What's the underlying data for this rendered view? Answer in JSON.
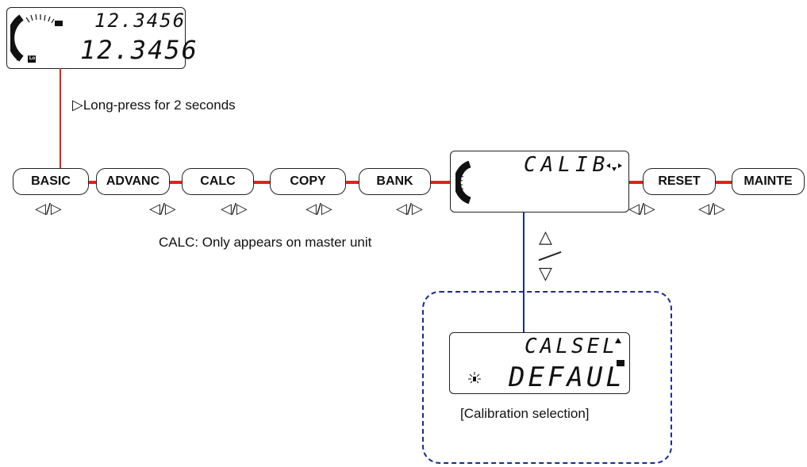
{
  "top_display": {
    "line1": "12.3456",
    "line2": "12.3456",
    "lo_label": "Lo"
  },
  "long_press_note": "Long-press for 2 seconds",
  "menu_items": [
    {
      "label": "BASIC"
    },
    {
      "label": "ADVANC"
    },
    {
      "label": "CALC"
    },
    {
      "label": "COPY"
    },
    {
      "label": "BANK"
    },
    {
      "label": "RESET"
    },
    {
      "label": "MAINTE"
    }
  ],
  "nav_hint": "◁/▷",
  "calib_display": {
    "text": "CALIB"
  },
  "calc_note": "CALC: Only appears on master unit",
  "updown_hint": {
    "up": "△",
    "down": "▽"
  },
  "calsel_display": {
    "line1": "CALSEL",
    "line2": "DEFAUL"
  },
  "calsel_caption": "[Calibration selection]",
  "colors": {
    "connector_red": "#e32219",
    "connector_blue": "#1a2d8a",
    "dashed_box": "#1a2d8a"
  }
}
